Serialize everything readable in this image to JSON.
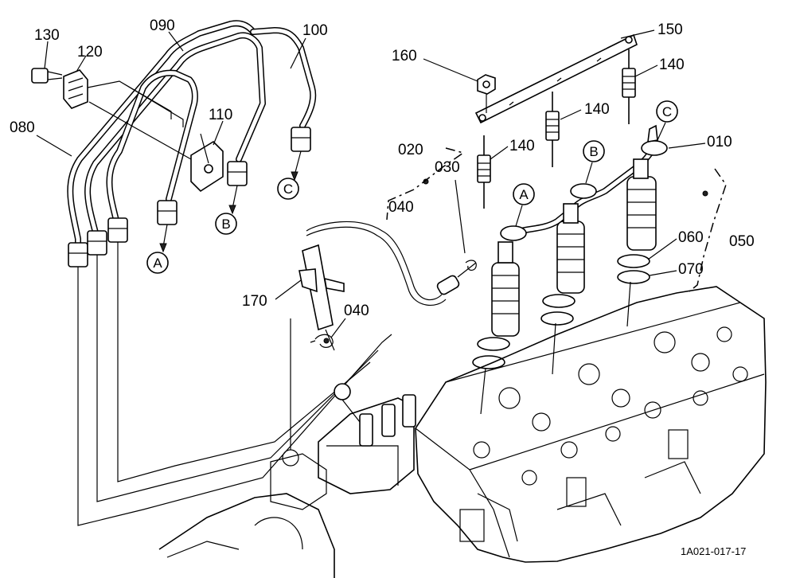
{
  "diagram": {
    "part_labels": {
      "p130": "130",
      "p120": "120",
      "p090": "090",
      "p100": "100",
      "p080": "080",
      "p110": "110",
      "p160": "160",
      "p150": "150",
      "p140a": "140",
      "p140b": "140",
      "p140c": "140",
      "p020": "020",
      "p030": "030",
      "p040a": "040",
      "p040b": "040",
      "p010": "010",
      "p060": "060",
      "p070": "070",
      "p050": "050",
      "p170": "170"
    },
    "connection_markers": {
      "pipeA": "A",
      "pipeB": "B",
      "pipeC": "C",
      "injA": "A",
      "injB": "B",
      "injC": "C"
    },
    "figure_reference": "1A021-017-17"
  }
}
